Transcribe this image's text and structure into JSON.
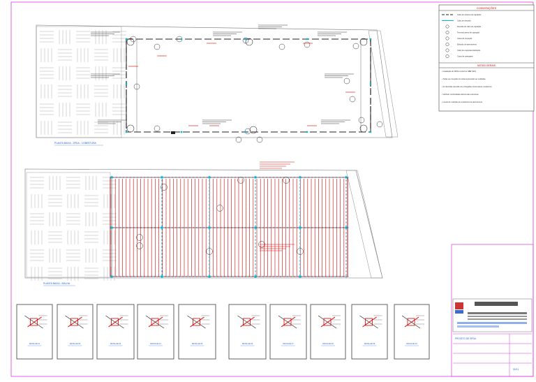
{
  "legend": {
    "title": "CONVENÇÕES",
    "items": [
      "Cabo do sistema de captação",
      "Cabo de descida",
      "Descida de cabo de captação",
      "Terminal aéreo de captação",
      "Caixa de inspeção",
      "Eletrodo de aterramento",
      "Cabo de equipotencialização",
      "Caixa de passagem"
    ],
    "notes_title": "NOTAS GERAIS",
    "notes": [
      "Instalação do SPDA conforme NBR 5419",
      "Todas as conexões do sistema deverão ser soldadas",
      "As descidas deverão ser protegidas contra danos mecânicos",
      "Verificar continuidade elétrica das estruturas",
      "Laudo de medição de resistência de aterramento"
    ]
  },
  "plan1": {
    "label": "PLANTA BAIXA - SPDA - COBERTURA"
  },
  "plan2": {
    "label": "PLANTA BAIXA - MALHA"
  },
  "details": [
    {
      "label": "DETALHE 01"
    },
    {
      "label": "DETALHE 02"
    },
    {
      "label": "DETALHE 03"
    },
    {
      "label": "DETALHE 04"
    },
    {
      "label": "DETALHE 05"
    },
    {
      "label": "DETALHE 06"
    },
    {
      "label": "DETALHE 07"
    },
    {
      "label": "DETALHE 08"
    },
    {
      "label": "DETALHE 09"
    },
    {
      "label": "DETALHE 10"
    }
  ],
  "titleblock": {
    "project": "PROJETO DE SPDA",
    "sheet": "01/01"
  },
  "colors": {
    "frame": "#d63bd6",
    "red": "#d40000",
    "cyan": "#00b8d9",
    "line": "#666666",
    "note": "#e0a000",
    "blue": "#1f5fd6"
  }
}
